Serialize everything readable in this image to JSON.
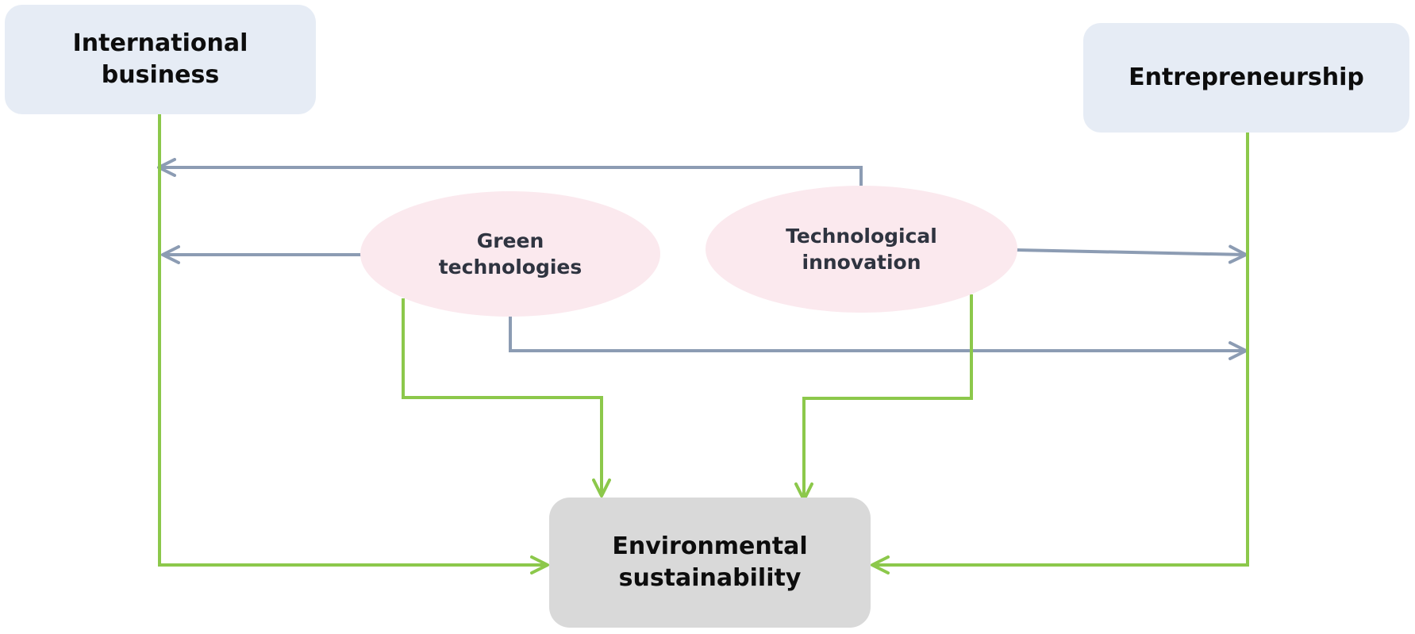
{
  "nodes": {
    "international_business": "International\nbusiness",
    "entrepreneurship": "Entrepreneurship",
    "green_technologies": "Green\ntechnologies",
    "technological_innovation": "Technological\ninnovation",
    "environmental_sustainability": "Environmental\nsustainability"
  },
  "colors": {
    "green_arrow": "#8cc84b",
    "gray_arrow": "#8c9cb3",
    "box_blue": "#e6ecf5",
    "box_gray": "#d9d9d9",
    "ellipse_pink": "#fbe9ee"
  }
}
